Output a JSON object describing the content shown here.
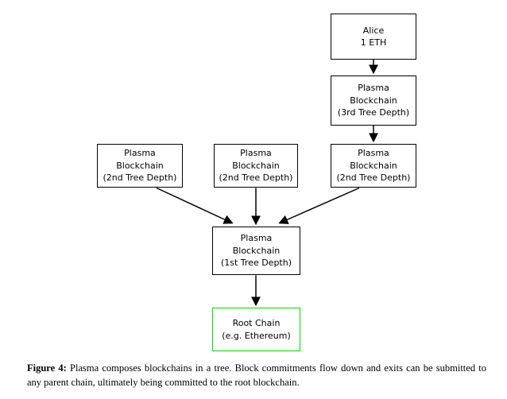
{
  "figure": {
    "nodes": {
      "alice": {
        "label": "Alice\n1 ETH"
      },
      "depth3": {
        "label": "Plasma\nBlockchain\n(3rd Tree Depth)"
      },
      "depth2_left": {
        "label": "Plasma\nBlockchain\n(2nd Tree Depth)"
      },
      "depth2_mid": {
        "label": "Plasma\nBlockchain\n(2nd Tree Depth)"
      },
      "depth2_right": {
        "label": "Plasma\nBlockchain\n(2nd Tree Depth)"
      },
      "depth1": {
        "label": "Plasma\nBlockchain\n(1st Tree Depth)"
      },
      "root": {
        "label": "Root Chain\n(e.g. Ethereum)",
        "border_color": "#00dd00"
      }
    },
    "colors": {
      "box_border": "#000000",
      "root_highlight": "#00dd00",
      "arrow": "#000000"
    },
    "caption": {
      "label": "Figure 4:",
      "text": " Plasma composes blockchains in a tree. Block commitments flow down and exits can be submitted to any parent chain, ultimately being committed to the root blockchain."
    }
  }
}
